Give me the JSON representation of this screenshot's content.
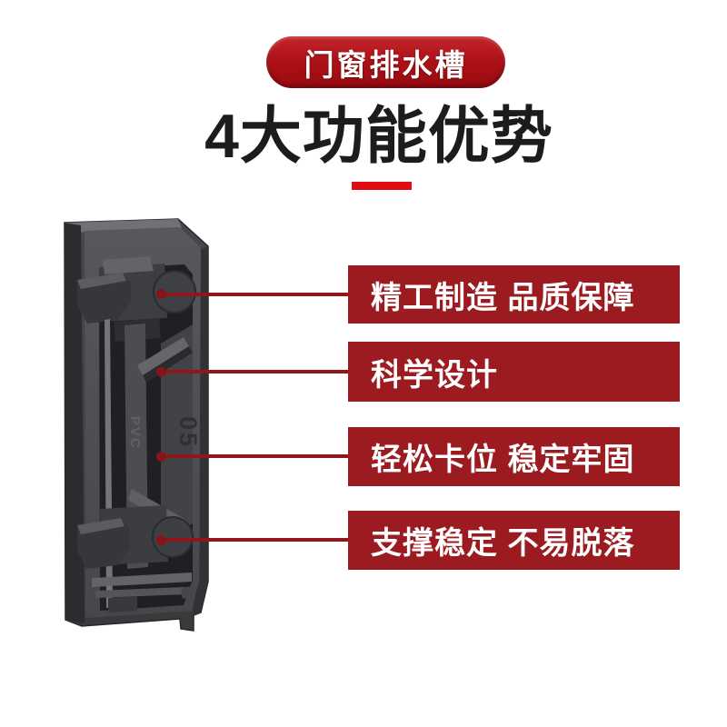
{
  "banner": {
    "label": "门窗排水槽",
    "bg_color_top": "#c3262b",
    "bg_color_bottom": "#990b10",
    "text_color": "#ffffff"
  },
  "title": {
    "text": "4大功能优势",
    "color": "#1c1c1c",
    "underline_color": "#e10c12"
  },
  "features": [
    {
      "label": "精工制造 品质保障"
    },
    {
      "label": "科学设计"
    },
    {
      "label": "轻松卡位 稳定牢固"
    },
    {
      "label": "支撑稳定 不易脱落"
    }
  ],
  "callout": {
    "box_color": "#9c1b20",
    "line_color": "#8f171c",
    "dot_color": "#85151a",
    "text_color": "#ffffff"
  },
  "product": {
    "marking": "05",
    "material_marking": "PVC"
  }
}
